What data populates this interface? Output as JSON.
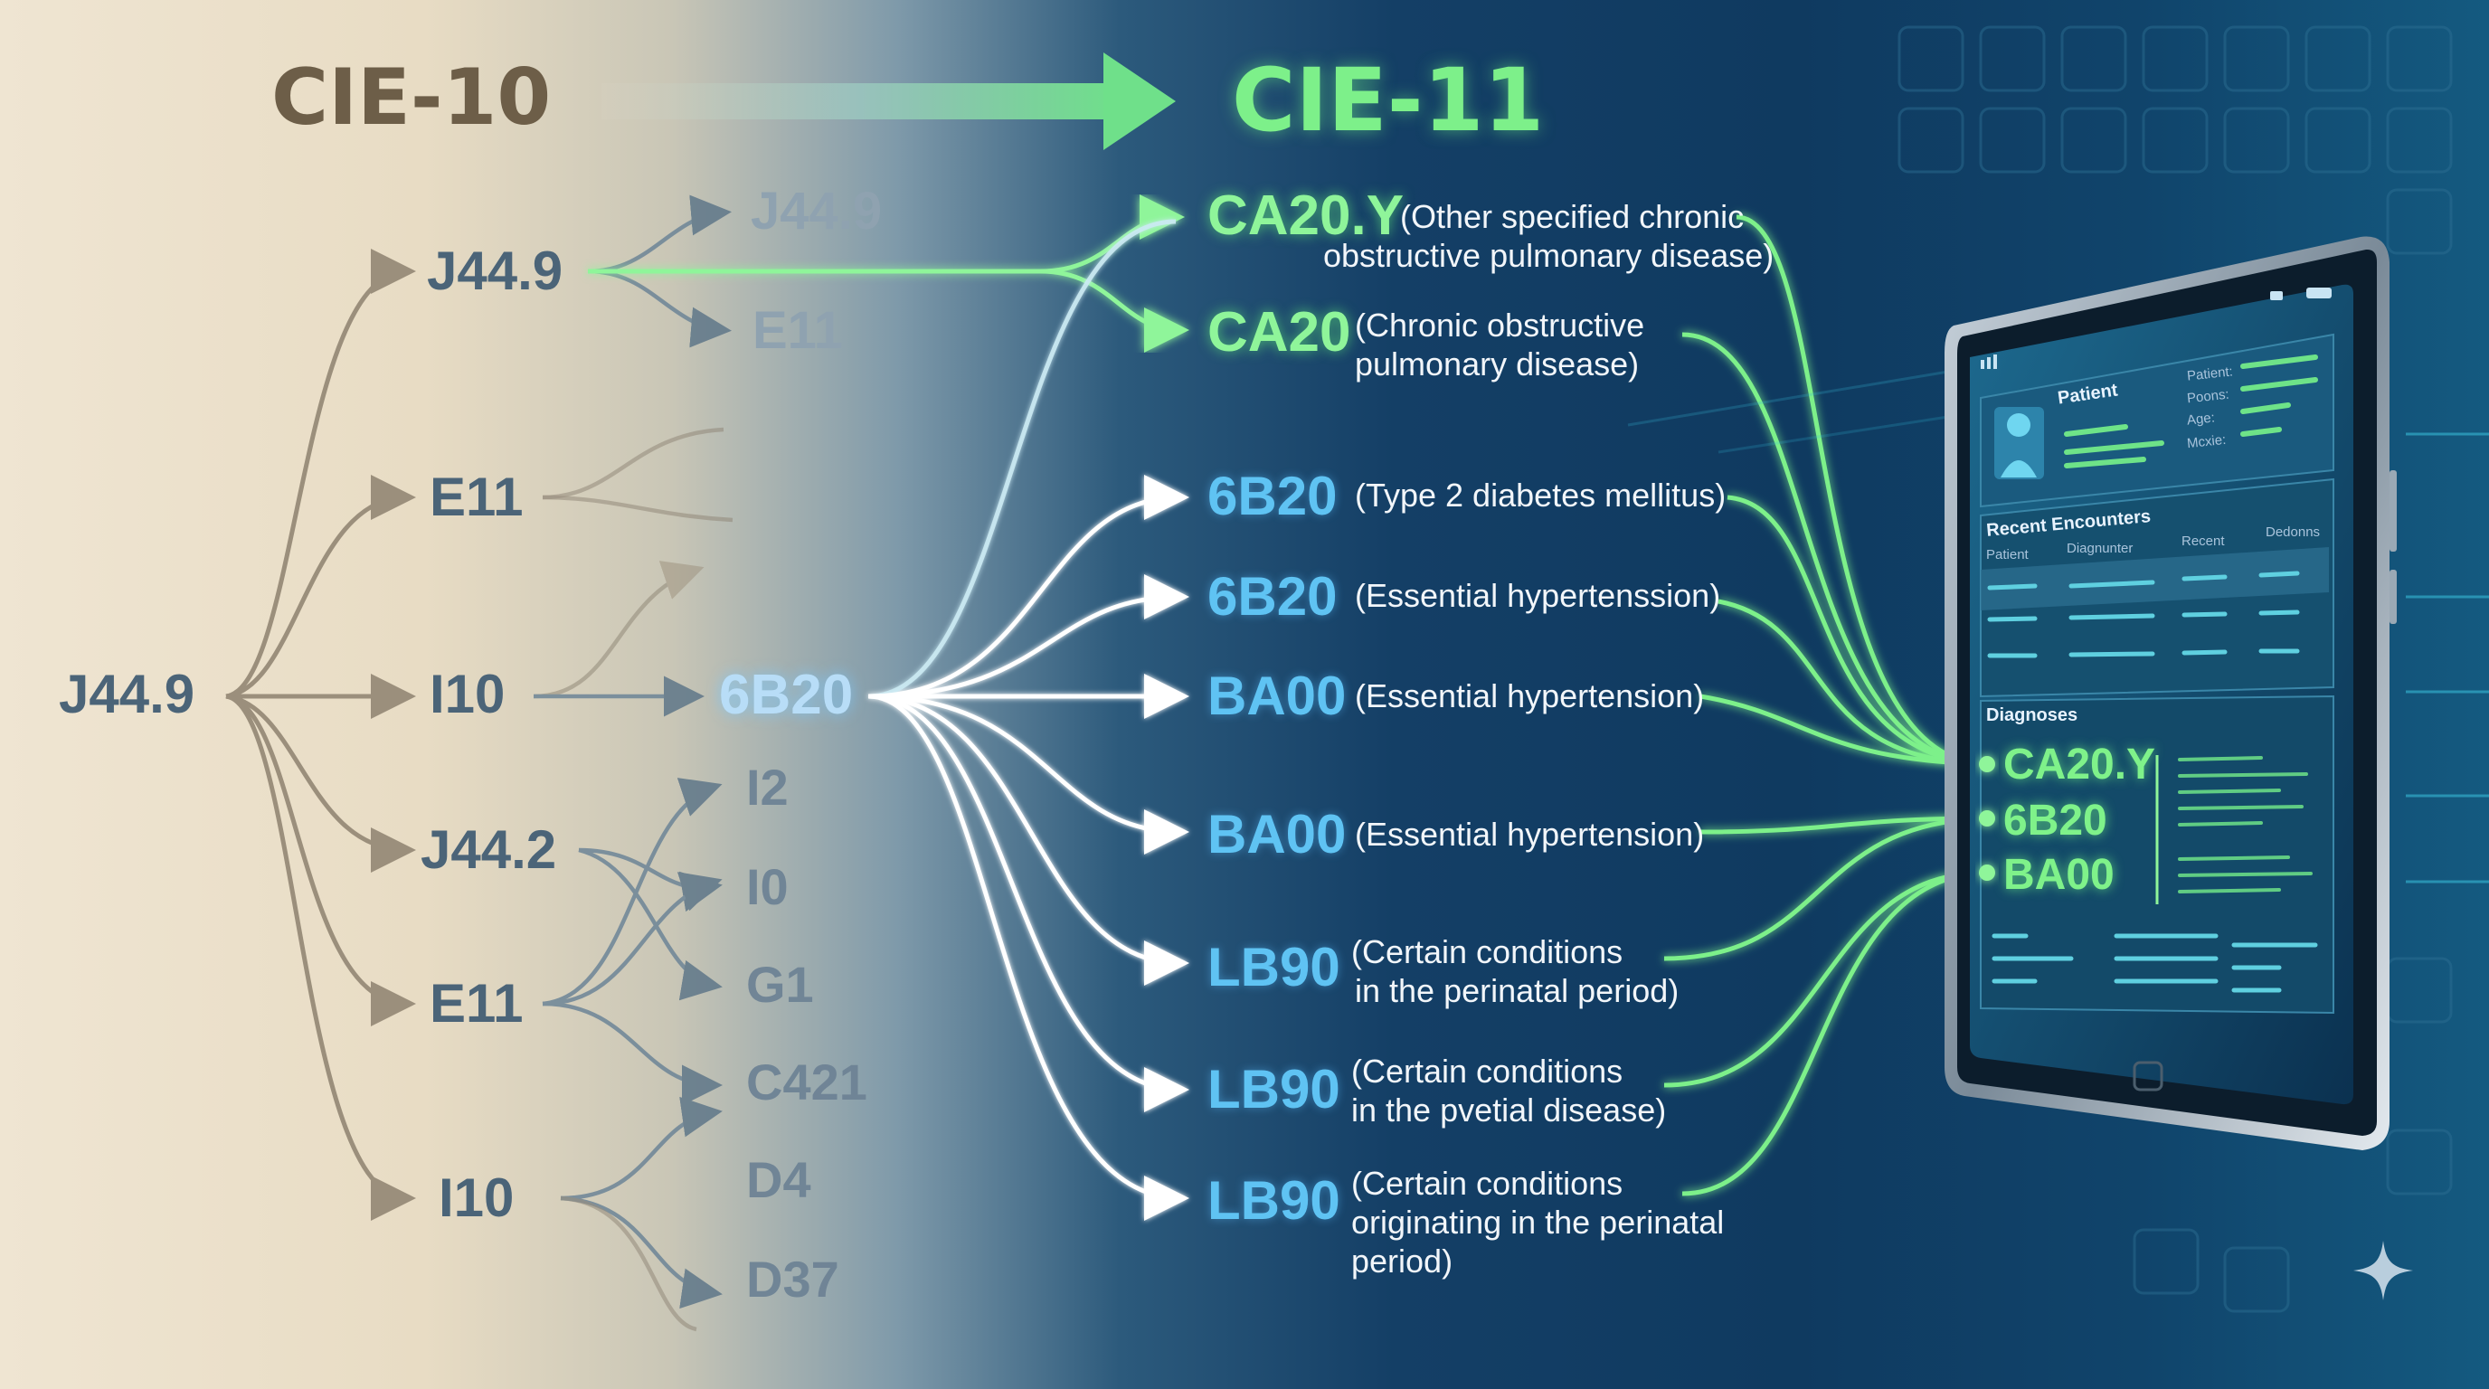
{
  "headers": {
    "old": "CIE-10",
    "new": "CIE-11"
  },
  "left_codes": {
    "root": "J44.9",
    "level1": [
      "J44.9",
      "E11",
      "I10",
      "J44.2",
      "E11",
      "I10"
    ],
    "faded_top": [
      "J44.9",
      "E11"
    ],
    "faded_bottom": [
      "I2",
      "I0",
      "G1",
      "C421",
      "D4",
      "D37"
    ]
  },
  "center_code": "6B20",
  "mappings": [
    {
      "code": "CA20.Y",
      "desc": [
        "(Other specified chronic",
        "obstructive pulmonary disease)"
      ],
      "tone": "green"
    },
    {
      "code": "CA20",
      "desc": [
        "(Chronic obstructive",
        "pulmonary disease)"
      ],
      "tone": "green"
    },
    {
      "code": "6B20",
      "desc": [
        "(Type 2 diabetes mellitus)"
      ],
      "tone": "blue"
    },
    {
      "code": "6B20",
      "desc": [
        "(Essential hypertenssion)"
      ],
      "tone": "blue"
    },
    {
      "code": "BA00",
      "desc": [
        "(Essential hypertension)"
      ],
      "tone": "blue"
    },
    {
      "code": "BA00",
      "desc": [
        "(Essential hypertension)"
      ],
      "tone": "blue"
    },
    {
      "code": "LB90",
      "desc": [
        "(Certain conditions",
        "in the perinatal period)"
      ],
      "tone": "blue"
    },
    {
      "code": "LB90",
      "desc": [
        "(Certain conditions",
        "in the pvetial disease)"
      ],
      "tone": "blue"
    },
    {
      "code": "LB90",
      "desc": [
        "(Certain conditions",
        "originating in the perinatal",
        "period)"
      ],
      "tone": "blue"
    }
  ],
  "tablet": {
    "patient_title": "Patient",
    "patient_fields": [
      "Patient:",
      "Poons:",
      "Age:",
      "Mcxie:"
    ],
    "encounters_title": "Recent Encounters",
    "encounters_columns": [
      "Patient",
      "Diagnunter",
      "Recent",
      "Dedonns"
    ],
    "diagnoses_title": "Diagnoses",
    "diagnoses": [
      "CA20.Y",
      "6B20",
      "BA00"
    ]
  },
  "colors": {
    "green": "#7df08a",
    "blue": "#5fc3f3",
    "brown": "#6d5e48",
    "navy": "#0f3a60"
  }
}
